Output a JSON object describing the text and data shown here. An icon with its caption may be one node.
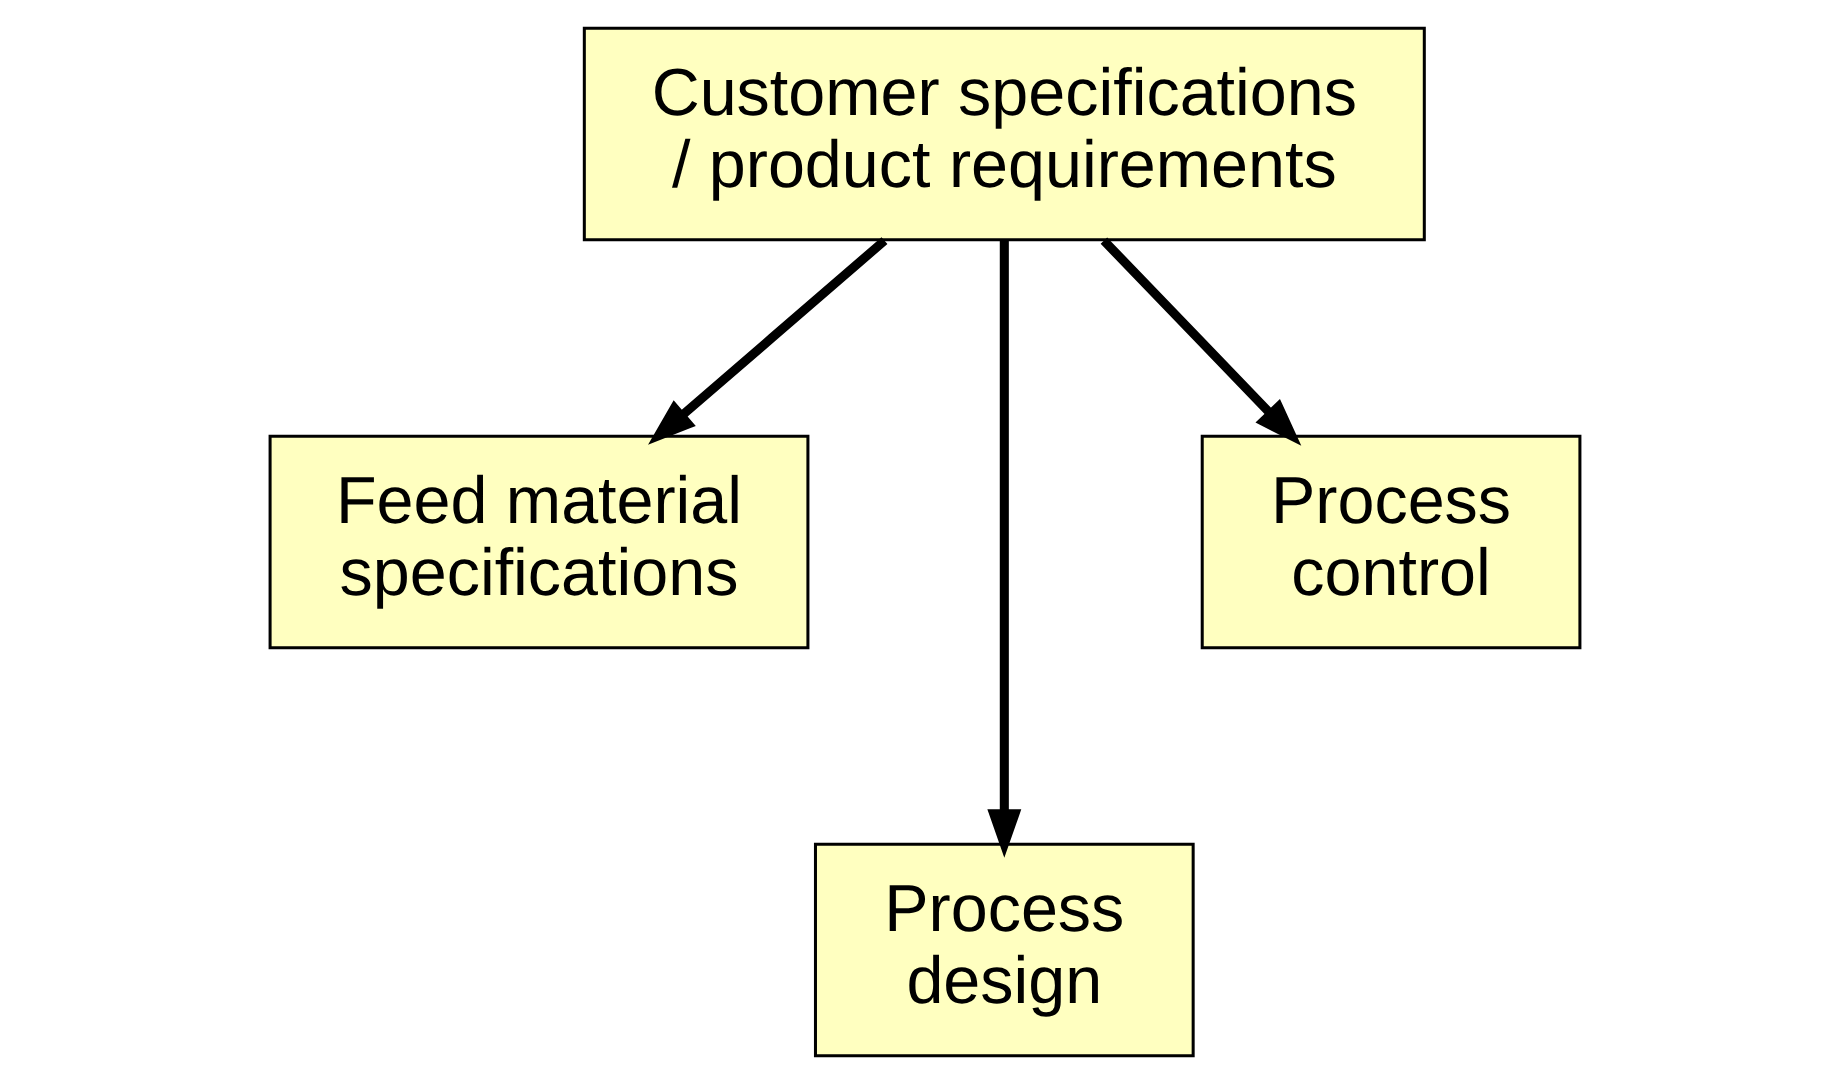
{
  "diagram": {
    "nodes": [
      {
        "text": [
          "Customer specifications / product requirements"
        ]
      },
      {
        "text": [
          "Feed material specifications"
        ]
      },
      {
        "text": [
          "Process design"
        ]
      },
      {
        "text": [
          "Process control"
        ]
      }
    ],
    "edges": [
      {
        "from": 0,
        "to": 1,
        "arrow": "to"
      },
      {
        "from": 0,
        "to": 2,
        "arrow": "to"
      },
      {
        "from": 0,
        "to": 3,
        "arrow": "to"
      }
    ]
  }
}
